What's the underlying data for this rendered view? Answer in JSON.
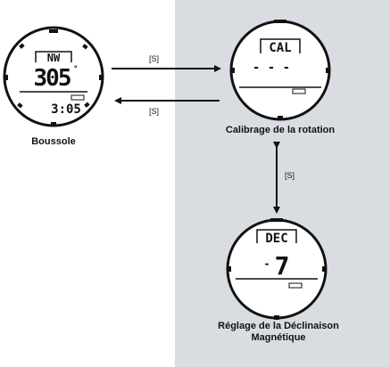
{
  "panel_color": "#d9dde2",
  "watches": {
    "compass": {
      "caption": "Boussole",
      "direction": "NW",
      "heading": "305",
      "degree_mark": "°",
      "time": "3:05"
    },
    "calibration": {
      "caption": "Calibrage de la rotation",
      "mode": "CAL",
      "dashes": "- - -"
    },
    "declination": {
      "caption_line1": "Réglage de la Déclinaison",
      "caption_line2": "Magnétique",
      "mode": "DEC",
      "value": "7",
      "sign": "-"
    }
  },
  "button_labels": {
    "to_calibration": "[S]",
    "to_compass": "[S]",
    "vertical": "[S]"
  }
}
